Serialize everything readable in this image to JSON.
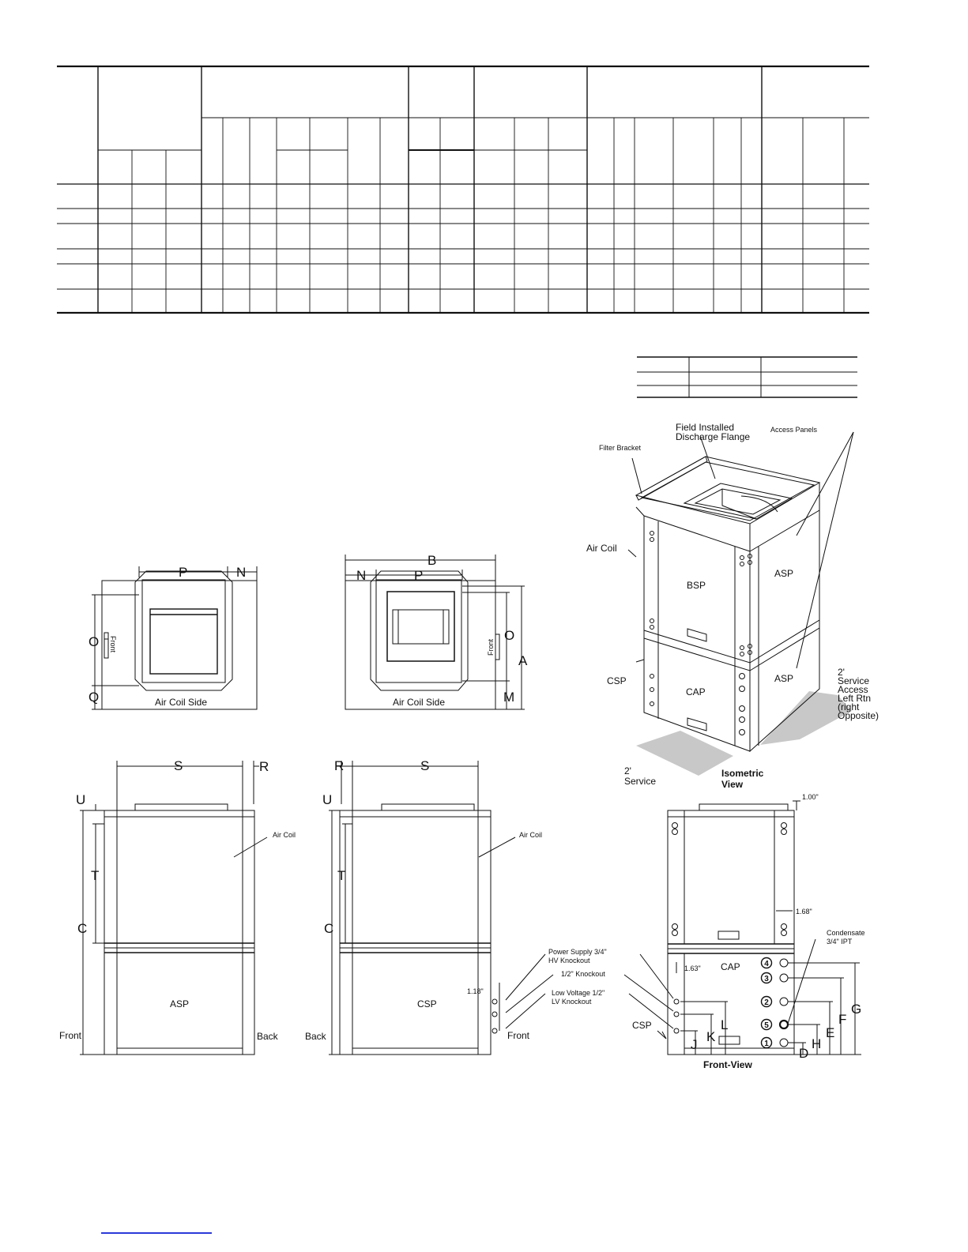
{
  "drawing": {
    "cabinet_left": {
      "top_view_label": "Air Coil Side",
      "front_label": "Front",
      "dims": {
        "p": "P",
        "n": "N",
        "o": "O",
        "q": "Q"
      },
      "side": {
        "s": "S",
        "r": "R",
        "u": "U",
        "t": "T",
        "c": "C",
        "air_coil": "Air Coil",
        "panel": "ASP",
        "front": "Front",
        "back": "Back"
      }
    },
    "cabinet_right": {
      "top_view_label": "Air Coil Side",
      "front_label": "Front",
      "dims": {
        "b": "B",
        "n": "N",
        "p": "P",
        "o": "O",
        "a": "A",
        "m": "M"
      },
      "side": {
        "s": "S",
        "r": "R",
        "u": "U",
        "t": "T",
        "c": "C",
        "air_coil": "Air Coil",
        "panel": "CSP",
        "back": "Back",
        "front": "Front",
        "knockout_dim": "1.18\""
      }
    },
    "isometric": {
      "discharge_flange": "Field Installed Discharge Flange",
      "access_panels": "Access Panels",
      "filter_bracket": "Filter Bracket",
      "air_coil": "Air Coil",
      "bsp": "BSP",
      "asp_top": "ASP",
      "asp_bottom": "ASP",
      "csp": "CSP",
      "cap": "CAP",
      "service_right": "2' Service Access Left Rtn (right Opposite)",
      "service_bottom": "2' Service",
      "title": "Isometric View"
    },
    "front_view": {
      "dim_top": "1.00\"",
      "dim_mid": "1.68\"",
      "dim_163": "1.63\"",
      "cap": "CAP",
      "csp": "CSP",
      "condensate": "Condensate 3/4\" IPT",
      "power_supply": "Power Supply 3/4\" HV Knockout",
      "half_knockout": "1/2\" Knockout",
      "low_voltage": "Low Voltage 1/2\" LV Knockout",
      "ports": [
        "4",
        "3",
        "2",
        "5",
        "1"
      ],
      "dims": {
        "g": "G",
        "f": "F",
        "e": "E",
        "h": "H",
        "d": "D",
        "l": "L",
        "k": "K",
        "j": "J"
      },
      "title": "Front-View"
    }
  }
}
